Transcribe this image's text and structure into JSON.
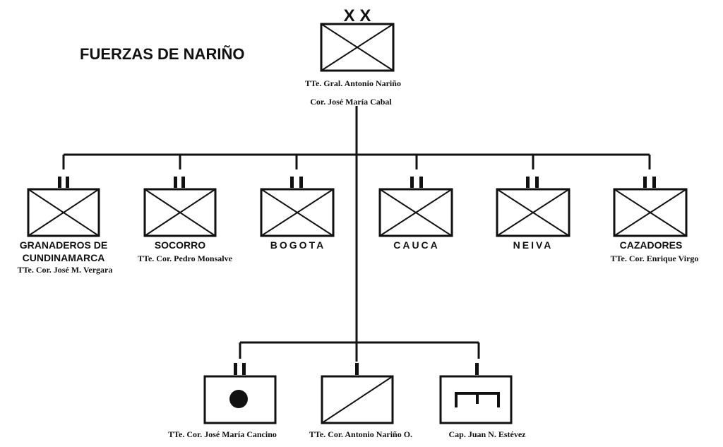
{
  "title": "FUERZAS DE NARIÑO",
  "hq": {
    "echelon_mark": "X X",
    "commander_1": "TTe. Gral. Antonio Nariño",
    "commander_2": "Cor. José María Cabal"
  },
  "units": [
    {
      "name_1": "GRANADEROS DE",
      "name_2": "CUNDINAMARCA",
      "commander": "TTe. Cor. José M. Vergara",
      "symbol": "infantry-cross"
    },
    {
      "name_1": "SOCORRO",
      "commander": "TTe. Cor. Pedro Monsalve",
      "symbol": "infantry-cross"
    },
    {
      "name_1": "BOGOTA",
      "symbol": "infantry-cross"
    },
    {
      "name_1": "CAUCA",
      "symbol": "infantry-cross"
    },
    {
      "name_1": "NEIVA",
      "symbol": "infantry-cross"
    },
    {
      "name_1": "CAZADORES",
      "commander": "TTe. Cor. Enrique Virgo",
      "symbol": "infantry-cross"
    }
  ],
  "support_units": [
    {
      "commander": "TTe. Cor. José María Cancino",
      "symbol": "artillery-dot-icon"
    },
    {
      "commander": "TTe. Cor. Antonio Nariño O.",
      "symbol": "cavalry-slash-icon"
    },
    {
      "commander": "Cap. Juan N. Estévez",
      "symbol": "engineer-icon"
    }
  ],
  "colors": {
    "ink": "#111111",
    "paper": "#ffffff"
  }
}
